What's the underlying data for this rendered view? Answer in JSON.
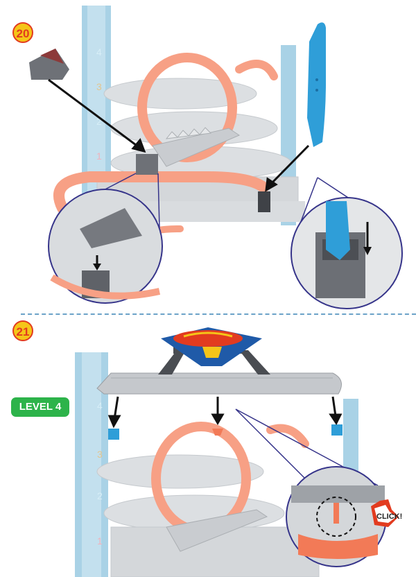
{
  "steps": [
    {
      "number": "20"
    },
    {
      "number": "21"
    }
  ],
  "level_label": "LEVEL 4",
  "click_label": "CLICK!",
  "colors": {
    "track_orange": "#f27a57",
    "tower_blue": "#8fc4dd",
    "part_grey": "#8b8e93",
    "clip_blue": "#2f9ed8",
    "badge_yellow": "#f5c518",
    "badge_red": "#e23b1f",
    "level_green": "#2db34a"
  }
}
